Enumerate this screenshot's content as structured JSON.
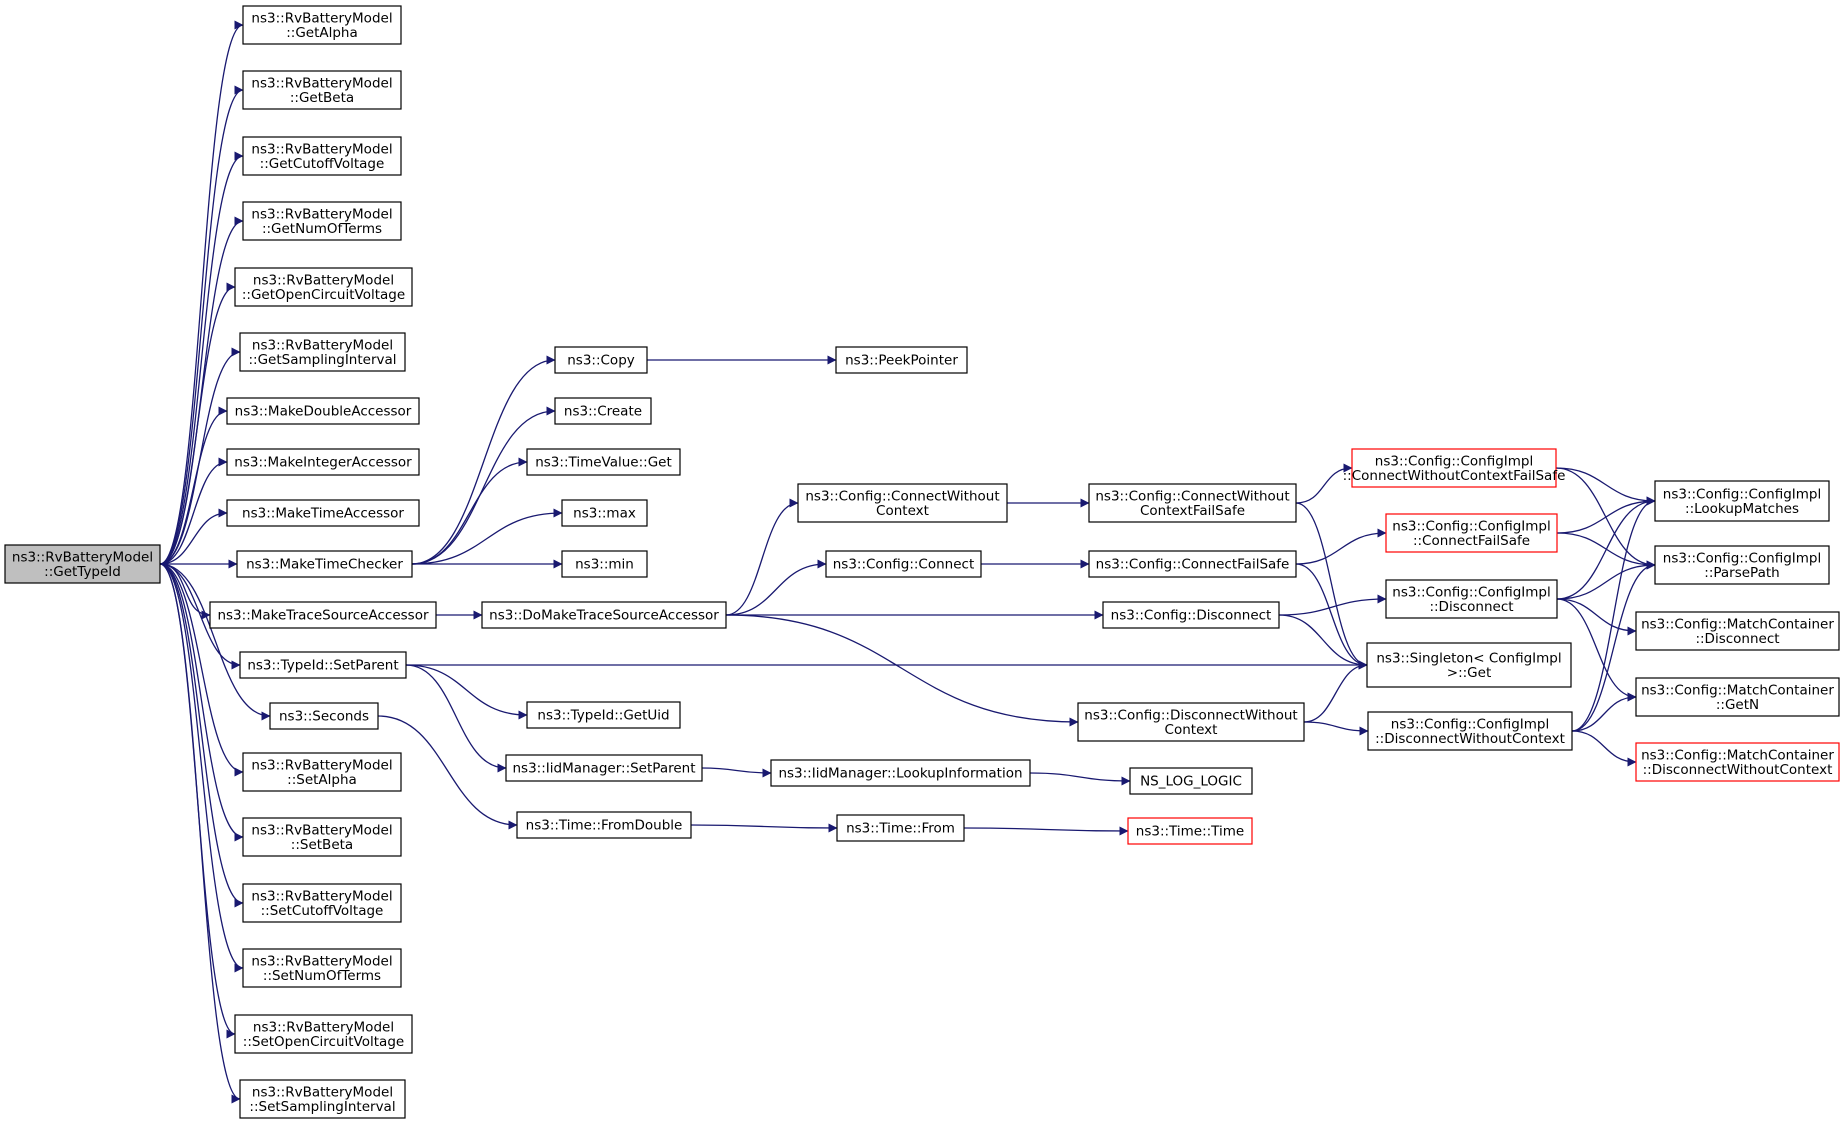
{
  "graph": {
    "type": "doxygen-call-graph",
    "edge_color": "#191970",
    "root_fill": "#bfbfbf",
    "red_border": "#ff0000",
    "nodes": [
      {
        "id": "root",
        "lines": [
          "ns3::RvBatteryModel",
          "::GetTypeId"
        ],
        "style": "root"
      },
      {
        "id": "getalpha",
        "lines": [
          "ns3::RvBatteryModel",
          "::GetAlpha"
        ]
      },
      {
        "id": "getbeta",
        "lines": [
          "ns3::RvBatteryModel",
          "::GetBeta"
        ]
      },
      {
        "id": "getcutoff",
        "lines": [
          "ns3::RvBatteryModel",
          "::GetCutoffVoltage"
        ]
      },
      {
        "id": "getnumterms",
        "lines": [
          "ns3::RvBatteryModel",
          "::GetNumOfTerms"
        ]
      },
      {
        "id": "getopencv",
        "lines": [
          "ns3::RvBatteryModel",
          "::GetOpenCircuitVoltage"
        ]
      },
      {
        "id": "getsampling",
        "lines": [
          "ns3::RvBatteryModel",
          "::GetSamplingInterval"
        ]
      },
      {
        "id": "makedouble",
        "lines": [
          "ns3::MakeDoubleAccessor"
        ]
      },
      {
        "id": "makeinteger",
        "lines": [
          "ns3::MakeIntegerAccessor"
        ]
      },
      {
        "id": "maketimeacc",
        "lines": [
          "ns3::MakeTimeAccessor"
        ]
      },
      {
        "id": "maketimechk",
        "lines": [
          "ns3::MakeTimeChecker"
        ]
      },
      {
        "id": "maketrace",
        "lines": [
          "ns3::MakeTraceSourceAccessor"
        ]
      },
      {
        "id": "setparent",
        "lines": [
          "ns3::TypeId::SetParent"
        ]
      },
      {
        "id": "seconds",
        "lines": [
          "ns3::Seconds"
        ]
      },
      {
        "id": "setalpha",
        "lines": [
          "ns3::RvBatteryModel",
          "::SetAlpha"
        ]
      },
      {
        "id": "setbeta",
        "lines": [
          "ns3::RvBatteryModel",
          "::SetBeta"
        ]
      },
      {
        "id": "setcutoff",
        "lines": [
          "ns3::RvBatteryModel",
          "::SetCutoffVoltage"
        ]
      },
      {
        "id": "setnumterms",
        "lines": [
          "ns3::RvBatteryModel",
          "::SetNumOfTerms"
        ]
      },
      {
        "id": "setopencv",
        "lines": [
          "ns3::RvBatteryModel",
          "::SetOpenCircuitVoltage"
        ]
      },
      {
        "id": "setsampling",
        "lines": [
          "ns3::RvBatteryModel",
          "::SetSamplingInterval"
        ]
      },
      {
        "id": "copy",
        "lines": [
          "ns3::Copy"
        ]
      },
      {
        "id": "peekpointer",
        "lines": [
          "ns3::PeekPointer"
        ]
      },
      {
        "id": "create",
        "lines": [
          "ns3::Create"
        ]
      },
      {
        "id": "timevalueget",
        "lines": [
          "ns3::TimeValue::Get"
        ]
      },
      {
        "id": "max",
        "lines": [
          "ns3::max"
        ]
      },
      {
        "id": "min",
        "lines": [
          "ns3::min"
        ]
      },
      {
        "id": "domaketrace",
        "lines": [
          "ns3::DoMakeTraceSourceAccessor"
        ]
      },
      {
        "id": "getuid",
        "lines": [
          "ns3::TypeId::GetUid"
        ]
      },
      {
        "id": "iidsetparent",
        "lines": [
          "ns3::IidManager::SetParent"
        ]
      },
      {
        "id": "lookupinfo",
        "lines": [
          "ns3::IidManager::LookupInformation"
        ]
      },
      {
        "id": "nsloglogic",
        "lines": [
          "NS_LOG_LOGIC"
        ]
      },
      {
        "id": "fromdouble",
        "lines": [
          "ns3::Time::FromDouble"
        ]
      },
      {
        "id": "timefrom",
        "lines": [
          "ns3::Time::From"
        ]
      },
      {
        "id": "timetime",
        "lines": [
          "ns3::Time::Time"
        ],
        "style": "red"
      },
      {
        "id": "cfgconnwoctx",
        "lines": [
          "ns3::Config::ConnectWithout",
          "Context"
        ]
      },
      {
        "id": "cfgconnect",
        "lines": [
          "ns3::Config::Connect"
        ]
      },
      {
        "id": "cfgdisconnect",
        "lines": [
          "ns3::Config::Disconnect"
        ]
      },
      {
        "id": "cfgdiscwoctx",
        "lines": [
          "ns3::Config::DisconnectWithout",
          "Context"
        ]
      },
      {
        "id": "cfgconnwoctxfs",
        "lines": [
          "ns3::Config::ConnectWithout",
          "ContextFailSafe"
        ]
      },
      {
        "id": "cfgconnfs",
        "lines": [
          "ns3::Config::ConnectFailSafe"
        ]
      },
      {
        "id": "implconnwoctxfs",
        "lines": [
          "ns3::Config::ConfigImpl",
          "::ConnectWithoutContextFailSafe"
        ],
        "style": "red"
      },
      {
        "id": "implconnfs",
        "lines": [
          "ns3::Config::ConfigImpl",
          "::ConnectFailSafe"
        ],
        "style": "red"
      },
      {
        "id": "impldisconnect",
        "lines": [
          "ns3::Config::ConfigImpl",
          "::Disconnect"
        ]
      },
      {
        "id": "singletonget",
        "lines": [
          "ns3::Singleton< ConfigImpl",
          " >::Get"
        ]
      },
      {
        "id": "impldiscwoctx",
        "lines": [
          "ns3::Config::ConfigImpl",
          "::DisconnectWithoutContext"
        ]
      },
      {
        "id": "lookupmatches",
        "lines": [
          "ns3::Config::ConfigImpl",
          "::LookupMatches"
        ]
      },
      {
        "id": "parsepath",
        "lines": [
          "ns3::Config::ConfigImpl",
          "::ParsePath"
        ]
      },
      {
        "id": "mcdisconnect",
        "lines": [
          "ns3::Config::MatchContainer",
          "::Disconnect"
        ]
      },
      {
        "id": "mcgetn",
        "lines": [
          "ns3::Config::MatchContainer",
          "::GetN"
        ]
      },
      {
        "id": "mcdiscwoctx",
        "lines": [
          "ns3::Config::MatchContainer",
          "::DisconnectWithoutContext"
        ],
        "style": "red"
      }
    ],
    "edges": [
      [
        "root",
        "getalpha"
      ],
      [
        "root",
        "getbeta"
      ],
      [
        "root",
        "getcutoff"
      ],
      [
        "root",
        "getnumterms"
      ],
      [
        "root",
        "getopencv"
      ],
      [
        "root",
        "getsampling"
      ],
      [
        "root",
        "makedouble"
      ],
      [
        "root",
        "makeinteger"
      ],
      [
        "root",
        "maketimeacc"
      ],
      [
        "root",
        "maketimechk"
      ],
      [
        "root",
        "maketrace"
      ],
      [
        "root",
        "setparent"
      ],
      [
        "root",
        "seconds"
      ],
      [
        "root",
        "setalpha"
      ],
      [
        "root",
        "setbeta"
      ],
      [
        "root",
        "setcutoff"
      ],
      [
        "root",
        "setnumterms"
      ],
      [
        "root",
        "setopencv"
      ],
      [
        "root",
        "setsampling"
      ],
      [
        "maketimechk",
        "copy"
      ],
      [
        "maketimechk",
        "create"
      ],
      [
        "maketimechk",
        "timevalueget"
      ],
      [
        "maketimechk",
        "max"
      ],
      [
        "maketimechk",
        "min"
      ],
      [
        "copy",
        "peekpointer"
      ],
      [
        "maketrace",
        "domaketrace"
      ],
      [
        "domaketrace",
        "cfgconnwoctx"
      ],
      [
        "domaketrace",
        "cfgconnect"
      ],
      [
        "domaketrace",
        "cfgdisconnect"
      ],
      [
        "domaketrace",
        "cfgdiscwoctx"
      ],
      [
        "setparent",
        "singletonget"
      ],
      [
        "setparent",
        "getuid"
      ],
      [
        "setparent",
        "iidsetparent"
      ],
      [
        "iidsetparent",
        "lookupinfo"
      ],
      [
        "lookupinfo",
        "nsloglogic"
      ],
      [
        "seconds",
        "fromdouble"
      ],
      [
        "fromdouble",
        "timefrom"
      ],
      [
        "timefrom",
        "timetime"
      ],
      [
        "cfgconnwoctx",
        "cfgconnwoctxfs"
      ],
      [
        "cfgconnect",
        "cfgconnfs"
      ],
      [
        "cfgdisconnect",
        "impldisconnect"
      ],
      [
        "cfgdisconnect",
        "singletonget"
      ],
      [
        "cfgdiscwoctx",
        "singletonget"
      ],
      [
        "cfgdiscwoctx",
        "impldiscwoctx"
      ],
      [
        "cfgconnwoctxfs",
        "implconnwoctxfs"
      ],
      [
        "cfgconnwoctxfs",
        "singletonget"
      ],
      [
        "cfgconnfs",
        "implconnfs"
      ],
      [
        "cfgconnfs",
        "singletonget"
      ],
      [
        "implconnwoctxfs",
        "lookupmatches"
      ],
      [
        "implconnwoctxfs",
        "parsepath"
      ],
      [
        "implconnfs",
        "lookupmatches"
      ],
      [
        "implconnfs",
        "parsepath"
      ],
      [
        "impldisconnect",
        "lookupmatches"
      ],
      [
        "impldisconnect",
        "parsepath"
      ],
      [
        "impldisconnect",
        "mcdisconnect"
      ],
      [
        "impldisconnect",
        "mcgetn"
      ],
      [
        "impldiscwoctx",
        "lookupmatches"
      ],
      [
        "impldiscwoctx",
        "parsepath"
      ],
      [
        "impldiscwoctx",
        "mcgetn"
      ],
      [
        "impldiscwoctx",
        "mcdiscwoctx"
      ]
    ]
  }
}
